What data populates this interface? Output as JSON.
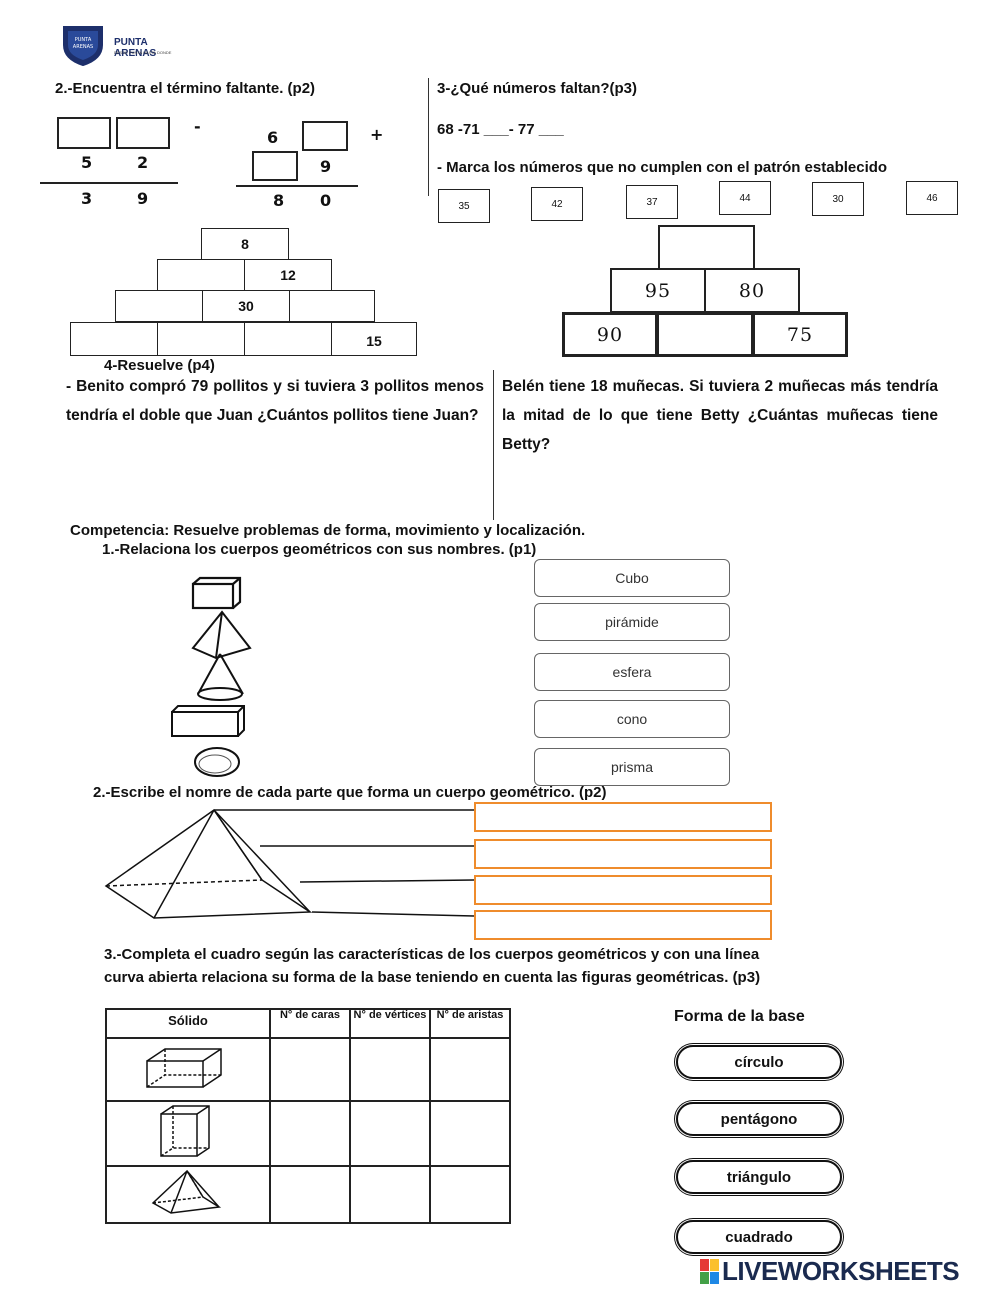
{
  "logo": {
    "name": "PUNTA ARENAS",
    "tagline": "DESDE PUNTA HASTA DONDE"
  },
  "section_p2": {
    "title": "2.-Encuentra el término faltante. (p2)",
    "op1": {
      "sign": "-",
      "row2": [
        "5",
        "2"
      ],
      "result": [
        "3",
        "9"
      ]
    },
    "op2": {
      "sign": "+",
      "row1": "6",
      "row2": "9",
      "result": [
        "8",
        "0"
      ]
    },
    "pyramid": {
      "b1": "8",
      "b2": "12",
      "b3": "30",
      "b4": "15"
    }
  },
  "section_p3": {
    "title": "3-¿Qué números faltan?(p3)",
    "sequence": "68 -71 ___- 77 ___",
    "instruction": "- Marca los números que no cumplen con el patrón establecido",
    "numbers": [
      "35",
      "42",
      "37",
      "44",
      "30",
      "46"
    ],
    "pyramid": {
      "mid_left": "95",
      "mid_right": "80",
      "bottom_left": "90",
      "bottom_right": "75"
    }
  },
  "section_p4": {
    "title": "4-Resuelve (p4)",
    "problem1": "- Benito compró 79 pollitos y si tuviera 3 pollitos menos tendría el doble que Juan ¿Cuántos pollitos tiene Juan?",
    "problem2": "Belén tiene 18 muñecas. Si tuviera 2 muñecas más tendría la mitad de lo que tiene Betty ¿Cuántas muñecas tiene Betty?"
  },
  "competencia": {
    "title": "Competencia: Resuelve problemas de forma, movimiento y localización.",
    "q1": "1.-Relaciona los cuerpos geométricos con sus nombres. (p1)",
    "names": [
      "Cubo",
      "pirámide",
      "esfera",
      "cono",
      "prisma"
    ],
    "q2": "2.-Escribe el nomre de cada parte que forma un cuerpo geométrico. (p2)",
    "q3_line1": "3.-Completa el cuadro según las características de los cuerpos geométricos y con una línea",
    "q3_line2": "curva abierta relaciona su forma de la base teniendo en cuenta las figuras geométricas. (p3)"
  },
  "table": {
    "headers": [
      "Sólido",
      "N° de caras",
      "N° de vértices",
      "N° de aristas"
    ]
  },
  "base_shapes": {
    "title": "Forma de la base",
    "items": [
      "círculo",
      "pentágono",
      "triángulo",
      "cuadrado"
    ]
  },
  "brand": {
    "prefix": "LIVE",
    "main": "LIVEWORKSHEETS",
    "colors": [
      "#e53935",
      "#fbc02d",
      "#43a047",
      "#1e88e5"
    ]
  }
}
